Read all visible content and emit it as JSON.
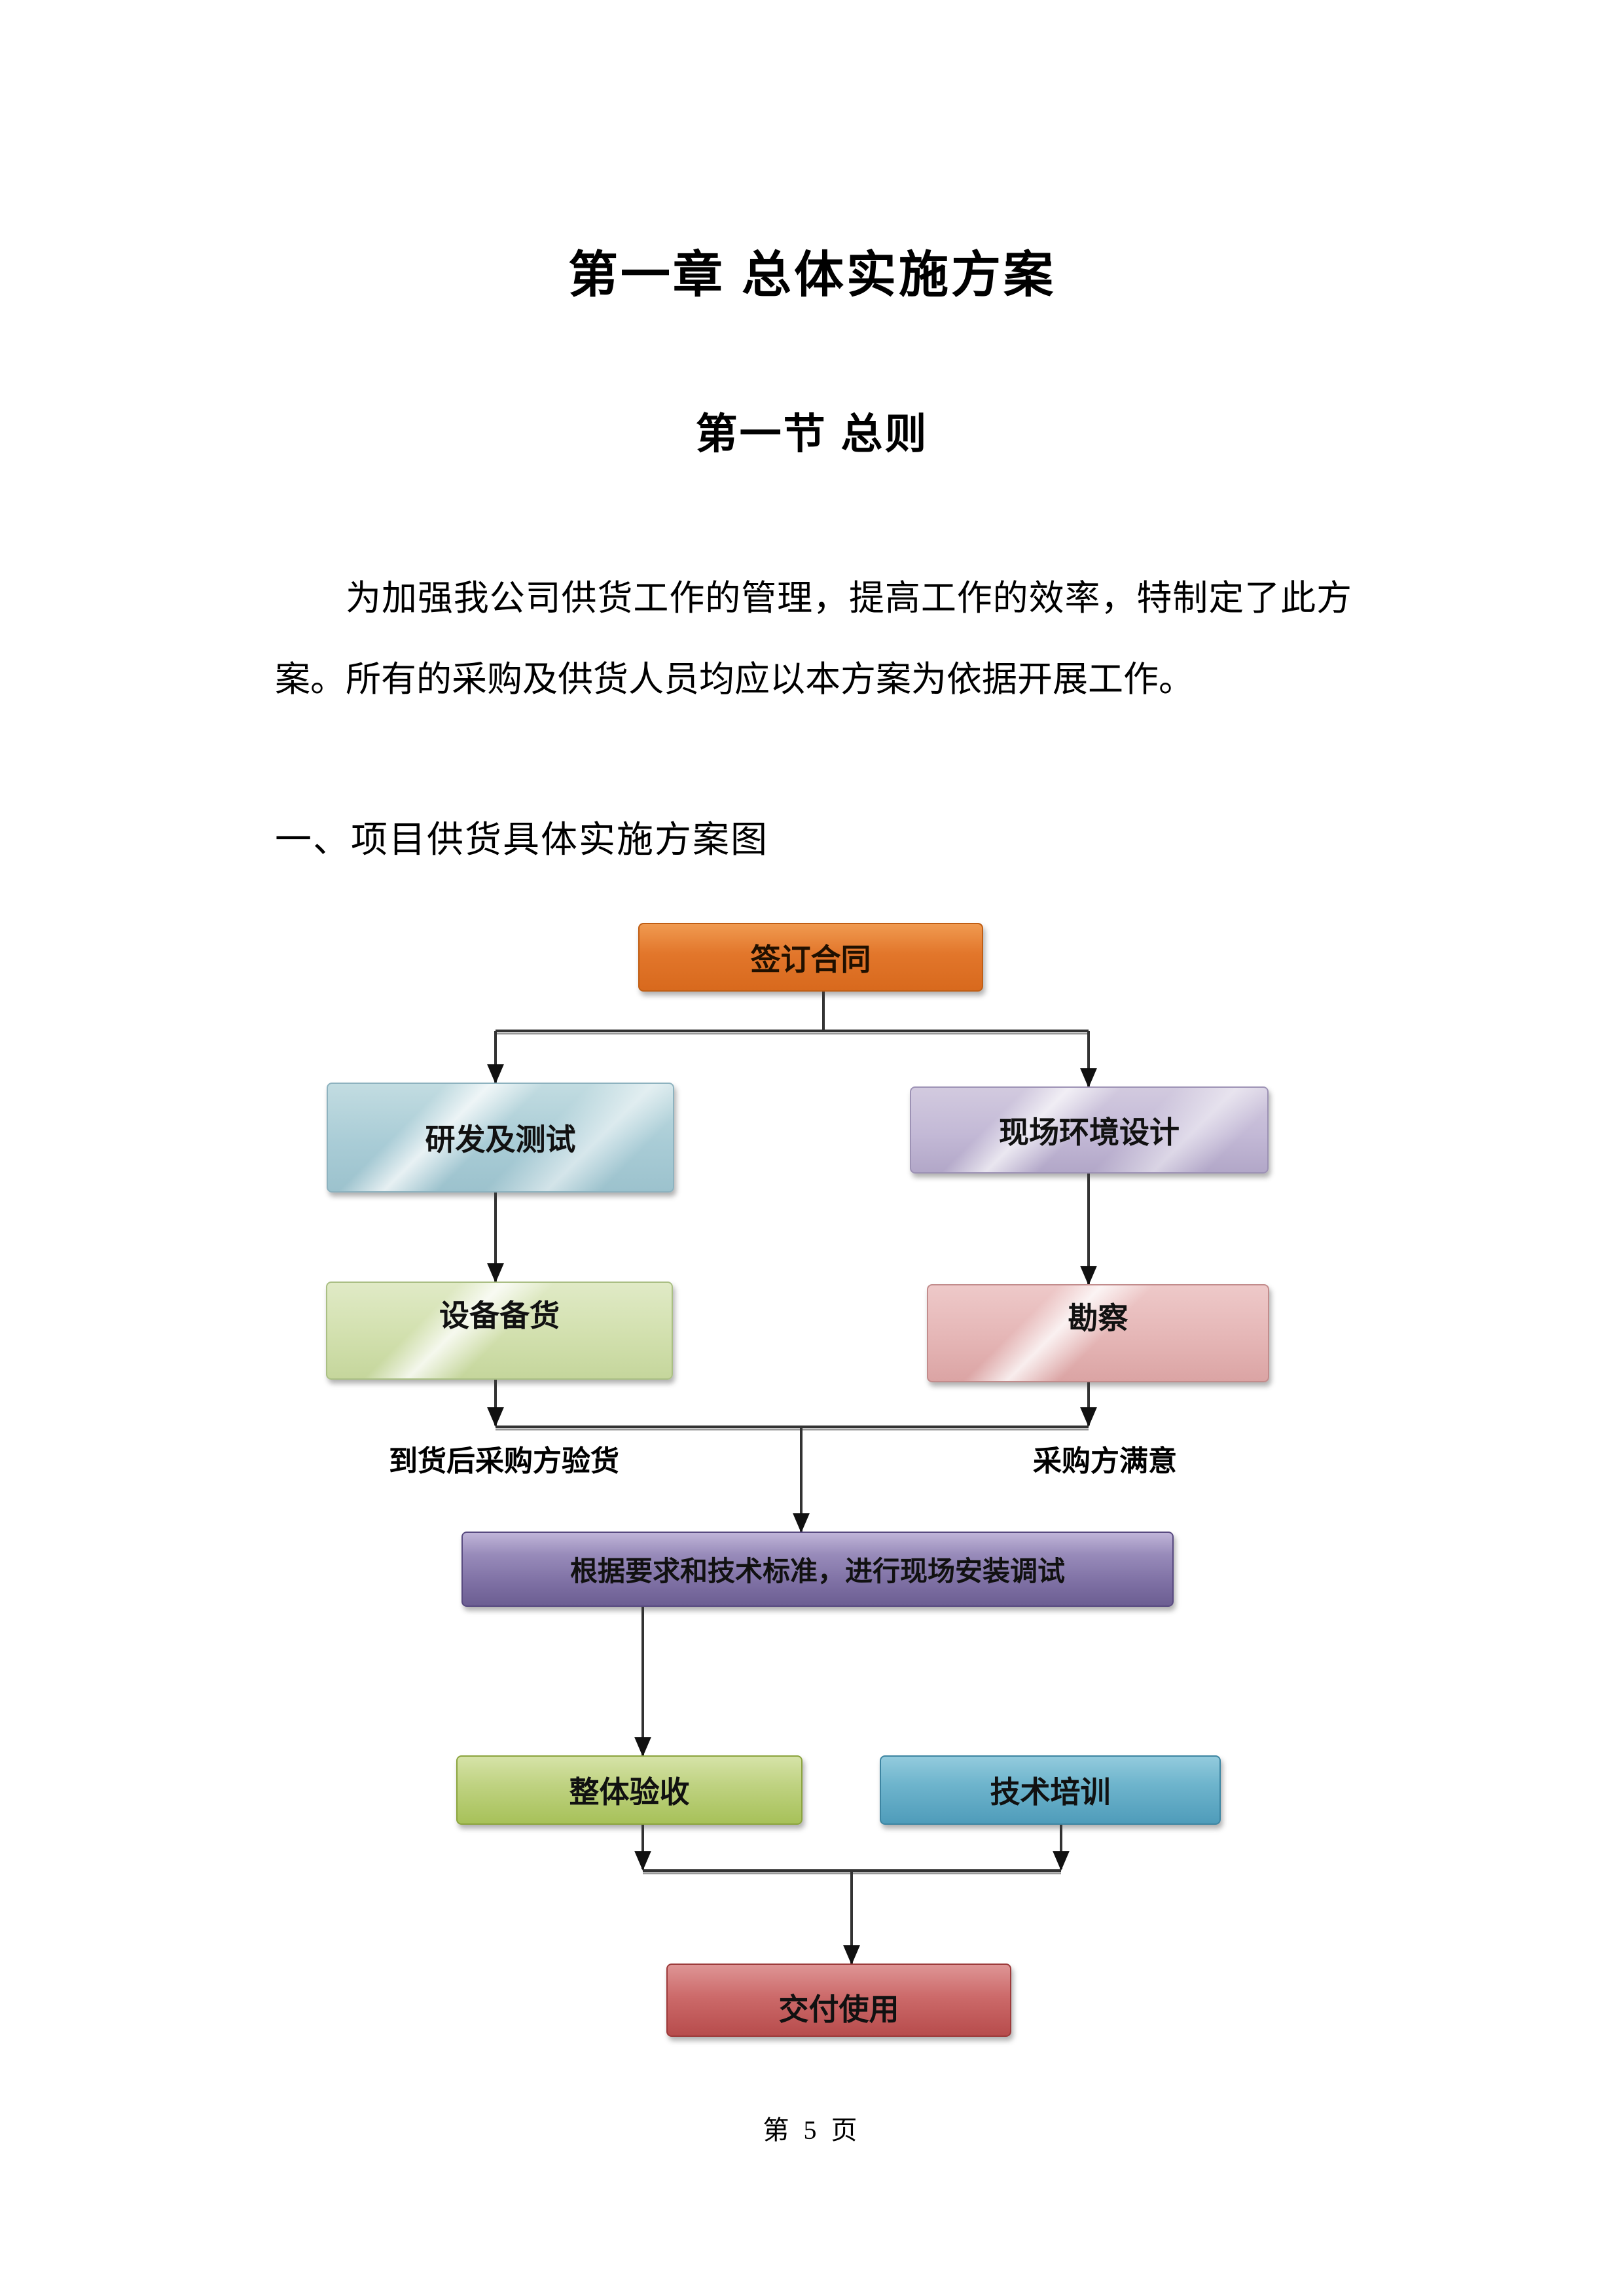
{
  "document": {
    "chapter_title": "第一章 总体实施方案",
    "section_title": "第一节 总则",
    "paragraph": "为加强我公司供货工作的管理，提高工作的效率，特制定了此方案。所有的采购及供货人员均应以本方案为依据开展工作。",
    "figure_heading": "一、项目供货具体实施方案图",
    "page_number": "第 5 页"
  },
  "flowchart": {
    "nodes": {
      "sign_contract": {
        "label": "签订合同",
        "color": "#e2762b"
      },
      "rd_testing": {
        "label": "研发及测试",
        "color": "#a9ccd6"
      },
      "site_env_design": {
        "label": "现场环境设计",
        "color": "#c3b9d6"
      },
      "equipment_stocking": {
        "label": "设备备货",
        "color": "#d2e0ae"
      },
      "survey": {
        "label": "勘察",
        "color": "#e5b6b6"
      },
      "install_debug": {
        "label": "根据要求和技术标准，进行现场安装调试",
        "color": "#7d6fa3"
      },
      "overall_acceptance": {
        "label": "整体验收",
        "color": "#b3cb6e"
      },
      "tech_training": {
        "label": "技术培训",
        "color": "#61abc6"
      },
      "delivery_use": {
        "label": "交付使用",
        "color": "#c75f5f"
      }
    },
    "edge_labels": {
      "left": "到货后采购方验货",
      "right": "采购方满意"
    },
    "line_color": "#333333"
  }
}
